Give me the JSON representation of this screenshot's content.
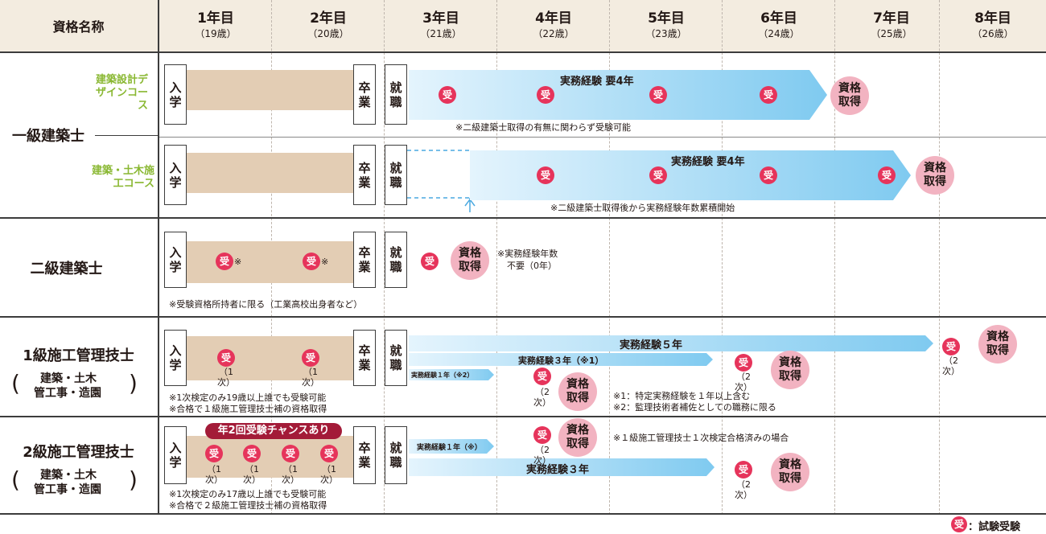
{
  "header": {
    "qual_label": "資格名称",
    "years": [
      {
        "label": "1年目",
        "age": "（19歳）"
      },
      {
        "label": "2年目",
        "age": "（20歳）"
      },
      {
        "label": "3年目",
        "age": "（21歳）"
      },
      {
        "label": "4年目",
        "age": "（22歳）"
      },
      {
        "label": "5年目",
        "age": "（23歳）"
      },
      {
        "label": "6年目",
        "age": "（24歳）"
      },
      {
        "label": "7年目",
        "age": "（25歳）"
      },
      {
        "label": "8年目",
        "age": "（26歳）"
      }
    ]
  },
  "common": {
    "enroll": "入学",
    "graduate": "卒業",
    "employ": "就職",
    "exam": "受",
    "acquire": "資格取得",
    "first": "（1次）",
    "second": "（2次）",
    "exam_mark_note": "受※"
  },
  "ikkyu": {
    "name": "一級建築士",
    "course1": "建築設計デザインコース",
    "course2": "建築・土木施工コース",
    "bar_label": "実務経験 要4年",
    "note1": "※二級建築士取得の有無に関わらず受験可能",
    "note2": "※二級建築士取得後から実務経験年数累積開始"
  },
  "nikyu": {
    "name": "二級建築士",
    "note_exp1": "※実務経験年数",
    "note_exp2": "不要（0年）",
    "note": "※受験資格所持者に限る（工業高校出身者など）"
  },
  "sekou1": {
    "name": "1級施工管理技士",
    "fields1": "建築・土木",
    "fields2": "管工事・造園",
    "bar5": "実務経験５年",
    "bar3": "実務経験３年（※1）",
    "bar1": "実務経験１年（※2）",
    "note1": "※1次検定のみ19歳以上誰でも受験可能",
    "note2": "※合格で１級施工管理技士補の資格取得",
    "note3": "※1：特定実務経験を１年以上含む",
    "note4": "※2：監理技術者補佐としての職務に限る"
  },
  "sekou2": {
    "name": "2級施工管理技士",
    "fields1": "建築・土木",
    "fields2": "管工事・造園",
    "chance": "年2回受験チャンスあり",
    "bar1": "実務経験１年（※）",
    "bar3": "実務経験３年",
    "note1": "※1次検定のみ17歳以上誰でも受験可能",
    "note2": "※合格で２級施工管理技士補の資格取得",
    "note3": "※１級施工管理技士１次検定合格済みの場合"
  },
  "legend": {
    "mark": "受",
    "label": "：試験受験"
  },
  "colors": {
    "exam": "#e6345b",
    "acquire": "#f2b3c1",
    "school": "#e3cdb4",
    "header": "#f3ece0",
    "green": "#8ab833",
    "bar": "#8fd0f2"
  }
}
